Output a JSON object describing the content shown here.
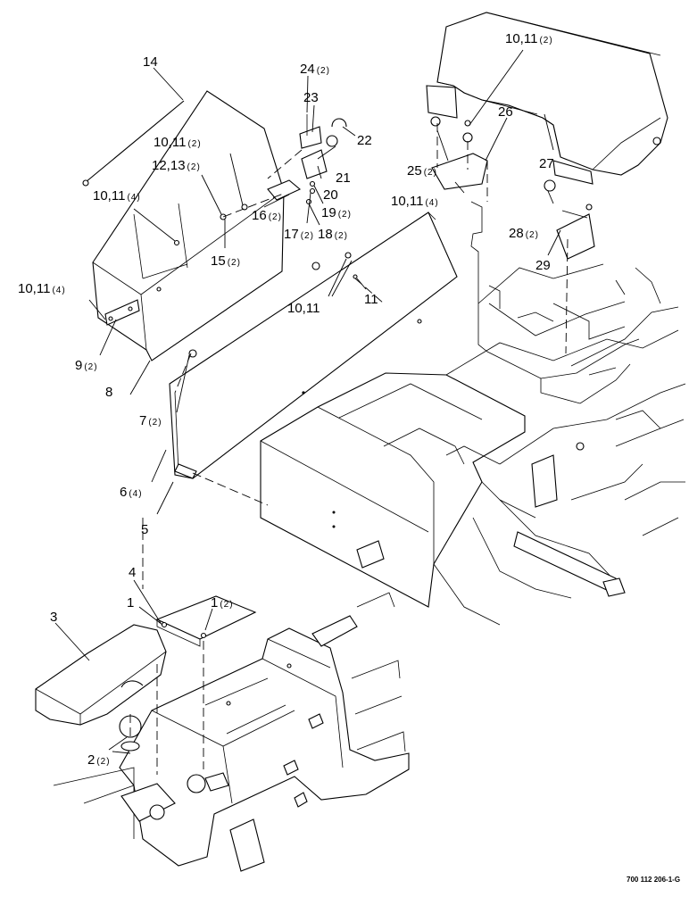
{
  "diagram": {
    "doc_number": "700 112 206-1-G",
    "callouts": [
      {
        "id": "c14",
        "label": "14",
        "qty": ""
      },
      {
        "id": "c24",
        "label": "24",
        "qty": "(2)"
      },
      {
        "id": "c23",
        "label": "23",
        "qty": ""
      },
      {
        "id": "c22",
        "label": "22",
        "qty": ""
      },
      {
        "id": "c21",
        "label": "21",
        "qty": ""
      },
      {
        "id": "c20",
        "label": "20",
        "qty": ""
      },
      {
        "id": "c19",
        "label": "19",
        "qty": "(2)"
      },
      {
        "id": "c18",
        "label": "18",
        "qty": "(2)"
      },
      {
        "id": "c17",
        "label": "17",
        "qty": "(2)"
      },
      {
        "id": "c16",
        "label": "16",
        "qty": "(2)"
      },
      {
        "id": "c15",
        "label": "15",
        "qty": "(2)"
      },
      {
        "id": "c1213",
        "label": "12,13",
        "qty": "(2)"
      },
      {
        "id": "c1011a",
        "label": "10,11",
        "qty": "(2)"
      },
      {
        "id": "c1011b",
        "label": "10,11",
        "qty": "(4)"
      },
      {
        "id": "c1011c",
        "label": "10,11",
        "qty": "(4)"
      },
      {
        "id": "c1011d",
        "label": "10,11",
        "qty": ""
      },
      {
        "id": "c11",
        "label": "11",
        "qty": ""
      },
      {
        "id": "c9",
        "label": "9",
        "qty": "(2)"
      },
      {
        "id": "c8",
        "label": "8",
        "qty": ""
      },
      {
        "id": "c7",
        "label": "7",
        "qty": "(2)"
      },
      {
        "id": "c6",
        "label": "6",
        "qty": "(4)"
      },
      {
        "id": "c5",
        "label": "5",
        "qty": ""
      },
      {
        "id": "c1011e",
        "label": "10,11",
        "qty": "(2)"
      },
      {
        "id": "c26",
        "label": "26",
        "qty": ""
      },
      {
        "id": "c25",
        "label": "25",
        "qty": "(2)"
      },
      {
        "id": "c1011f",
        "label": "10,11",
        "qty": "(4)"
      },
      {
        "id": "c27",
        "label": "27",
        "qty": ""
      },
      {
        "id": "c28",
        "label": "28",
        "qty": "(2)"
      },
      {
        "id": "c29",
        "label": "29",
        "qty": ""
      },
      {
        "id": "c4",
        "label": "4",
        "qty": ""
      },
      {
        "id": "c1",
        "label": "1",
        "qty": ""
      },
      {
        "id": "c1b",
        "label": "1",
        "qty": "(2)"
      },
      {
        "id": "c3",
        "label": "3",
        "qty": ""
      },
      {
        "id": "c2",
        "label": "2",
        "qty": "(2)"
      }
    ]
  }
}
